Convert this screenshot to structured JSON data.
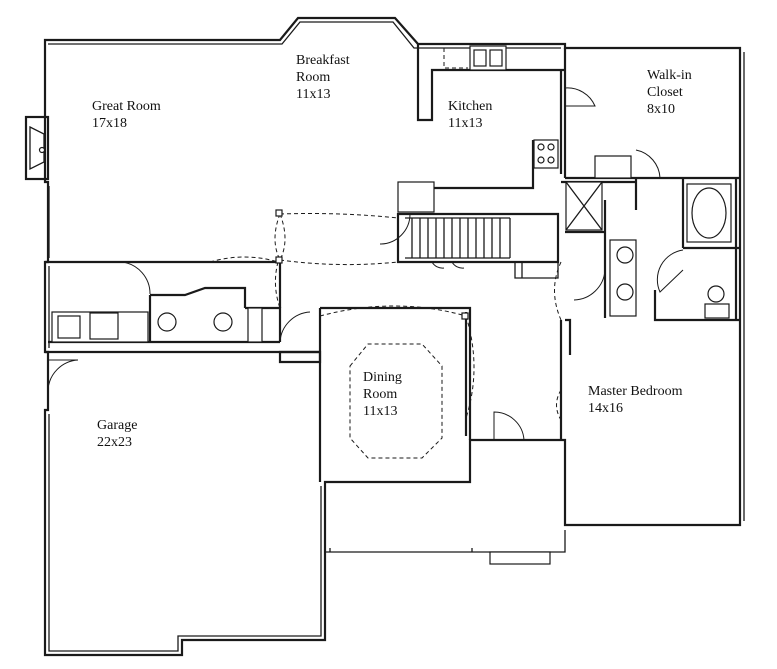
{
  "rooms": {
    "great_room": {
      "name": "Great Room",
      "size": "17x18"
    },
    "breakfast_room": {
      "name_line1": "Breakfast",
      "name_line2": "Room",
      "size": "11x13"
    },
    "kitchen": {
      "name": "Kitchen",
      "size": "11x13"
    },
    "walk_in_closet": {
      "name_line1": "Walk-in",
      "name_line2": "Closet",
      "size": "8x10"
    },
    "dining_room": {
      "name_line1": "Dining",
      "name_line2": "Room",
      "size": "11x13"
    },
    "master_bedroom": {
      "name": "Master Bedroom",
      "size": "14x16"
    },
    "garage": {
      "name": "Garage",
      "size": "22x23"
    }
  }
}
